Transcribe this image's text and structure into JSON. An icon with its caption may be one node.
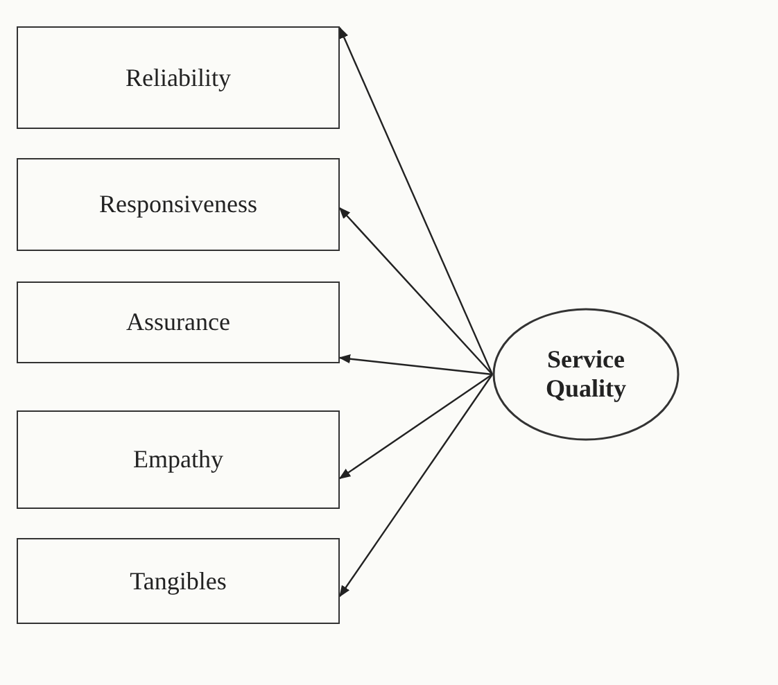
{
  "diagram": {
    "nodes": [
      {
        "text": [
          "Reliability"
        ]
      },
      {
        "text": [
          "Responsiveness"
        ]
      },
      {
        "text": [
          "Assurance"
        ]
      },
      {
        "text": [
          "Empathy"
        ]
      },
      {
        "text": [
          "Tangibles"
        ]
      },
      {
        "text": [
          "Service Quality"
        ]
      }
    ],
    "edges": [
      {
        "from": 5,
        "to": 0,
        "arrow": "to"
      },
      {
        "from": 5,
        "to": 1,
        "arrow": "to"
      },
      {
        "from": 5,
        "to": 2,
        "arrow": "to"
      },
      {
        "from": 5,
        "to": 3,
        "arrow": "to"
      },
      {
        "from": 5,
        "to": 4,
        "arrow": "to"
      }
    ]
  }
}
